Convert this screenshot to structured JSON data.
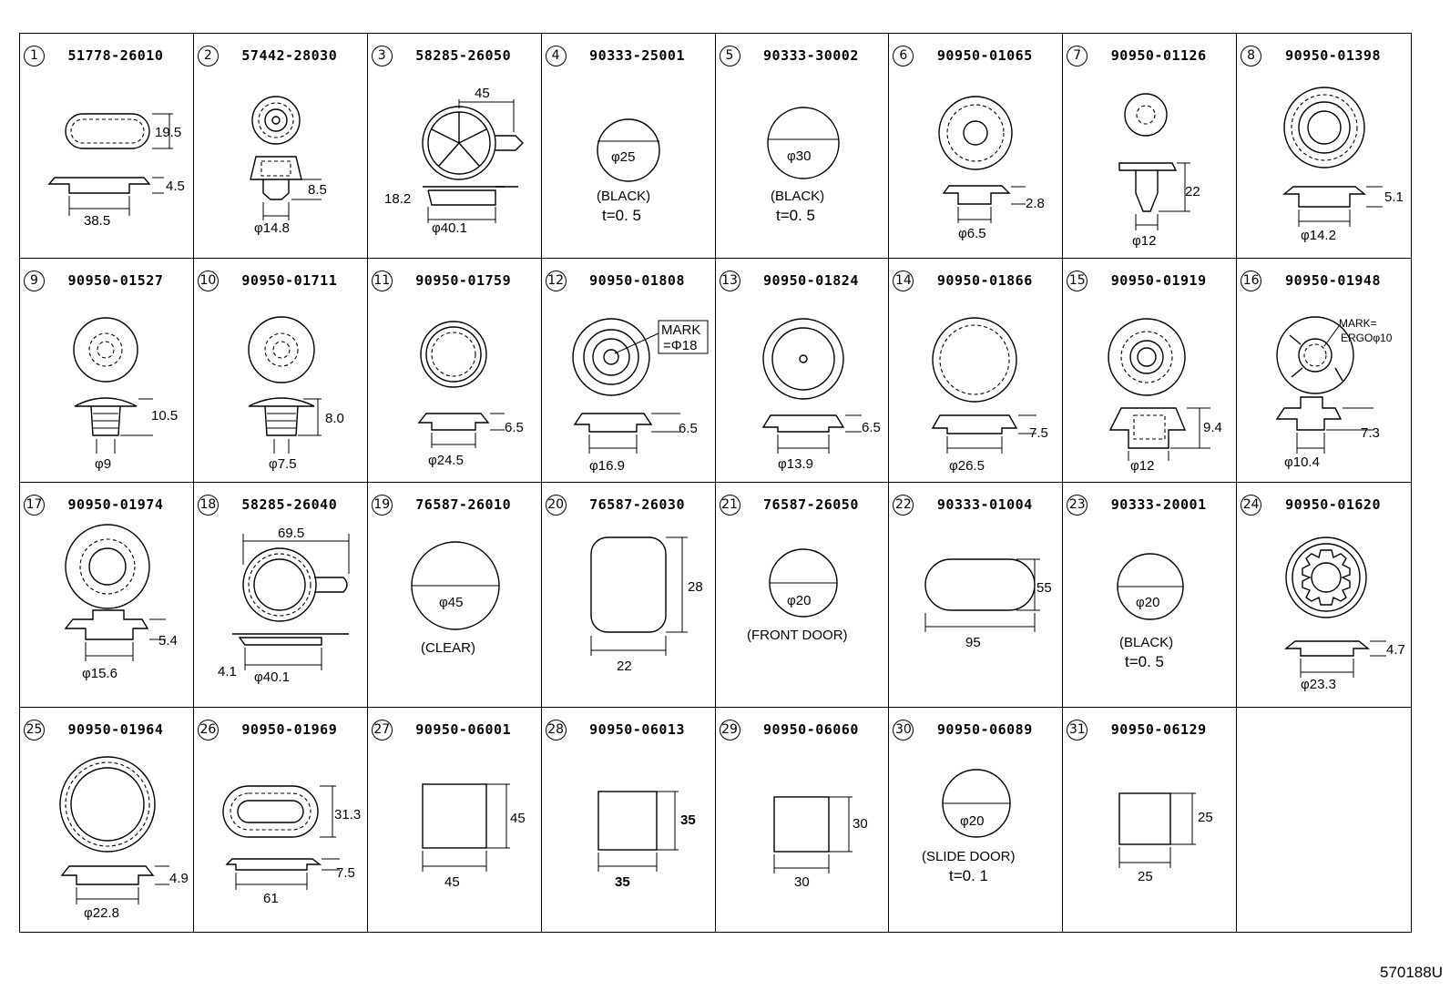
{
  "document_code": "570188U",
  "parts": [
    {
      "num": "1",
      "part_no": "51778-26010",
      "dims": [
        "19.5",
        "4.5",
        "38.5"
      ]
    },
    {
      "num": "2",
      "part_no": "57442-28030",
      "dims": [
        "8.5",
        "φ14.8"
      ]
    },
    {
      "num": "3",
      "part_no": "58285-26050",
      "dims": [
        "45",
        "18.2",
        "φ40.1"
      ]
    },
    {
      "num": "4",
      "part_no": "90333-25001",
      "dims": [
        "φ25"
      ],
      "notes": [
        "(BLACK)",
        "t=0. 5"
      ]
    },
    {
      "num": "5",
      "part_no": "90333-30002",
      "dims": [
        "φ30"
      ],
      "notes": [
        "(BLACK)",
        "t=0. 5"
      ]
    },
    {
      "num": "6",
      "part_no": "90950-01065",
      "dims": [
        "2.8",
        "φ6.5"
      ]
    },
    {
      "num": "7",
      "part_no": "90950-01126",
      "dims": [
        "22",
        "φ12"
      ]
    },
    {
      "num": "8",
      "part_no": "90950-01398",
      "dims": [
        "5.1",
        "φ14.2"
      ]
    },
    {
      "num": "9",
      "part_no": "90950-01527",
      "dims": [
        "10.5",
        "φ9"
      ]
    },
    {
      "num": "10",
      "part_no": "90950-01711",
      "dims": [
        "8.0",
        "φ7.5"
      ]
    },
    {
      "num": "11",
      "part_no": "90950-01759",
      "dims": [
        "6.5",
        "φ24.5"
      ]
    },
    {
      "num": "12",
      "part_no": "90950-01808",
      "dims": [
        "6.5",
        "φ16.9"
      ],
      "notes": [
        "MARK",
        "=Φ18"
      ]
    },
    {
      "num": "13",
      "part_no": "90950-01824",
      "dims": [
        "6.5",
        "φ13.9"
      ]
    },
    {
      "num": "14",
      "part_no": "90950-01866",
      "dims": [
        "7.5",
        "φ26.5"
      ]
    },
    {
      "num": "15",
      "part_no": "90950-01919",
      "dims": [
        "9.4",
        "φ12"
      ]
    },
    {
      "num": "16",
      "part_no": "90950-01948",
      "dims": [
        "7.3",
        "φ10.4"
      ],
      "notes": [
        "MARK=",
        "ERGOφ10"
      ]
    },
    {
      "num": "17",
      "part_no": "90950-01974",
      "dims": [
        "5.4",
        "φ15.6"
      ]
    },
    {
      "num": "18",
      "part_no": "58285-26040",
      "dims": [
        "69.5",
        "4.1",
        "φ40.1"
      ]
    },
    {
      "num": "19",
      "part_no": "76587-26010",
      "dims": [
        "φ45"
      ],
      "notes": [
        "(CLEAR)"
      ]
    },
    {
      "num": "20",
      "part_no": "76587-26030",
      "dims": [
        "28",
        "22"
      ]
    },
    {
      "num": "21",
      "part_no": "76587-26050",
      "dims": [
        "φ20"
      ],
      "notes": [
        "(FRONT DOOR)"
      ]
    },
    {
      "num": "22",
      "part_no": "90333-01004",
      "dims": [
        "55",
        "95"
      ]
    },
    {
      "num": "23",
      "part_no": "90333-20001",
      "dims": [
        "φ20"
      ],
      "notes": [
        "(BLACK)",
        "t=0. 5"
      ]
    },
    {
      "num": "24",
      "part_no": "90950-01620",
      "dims": [
        "4.7",
        "φ23.3"
      ]
    },
    {
      "num": "25",
      "part_no": "90950-01964",
      "dims": [
        "4.9",
        "φ22.8"
      ]
    },
    {
      "num": "26",
      "part_no": "90950-01969",
      "dims": [
        "31.3",
        "7.5",
        "61"
      ]
    },
    {
      "num": "27",
      "part_no": "90950-06001",
      "dims": [
        "45",
        "45"
      ]
    },
    {
      "num": "28",
      "part_no": "90950-06013",
      "dims": [
        "35",
        "35"
      ]
    },
    {
      "num": "29",
      "part_no": "90950-06060",
      "dims": [
        "30",
        "30"
      ]
    },
    {
      "num": "30",
      "part_no": "90950-06089",
      "dims": [
        "φ20"
      ],
      "notes": [
        "(SLIDE DOOR)",
        "t=0. 1"
      ]
    },
    {
      "num": "31",
      "part_no": "90950-06129",
      "dims": [
        "25",
        "25"
      ]
    }
  ]
}
